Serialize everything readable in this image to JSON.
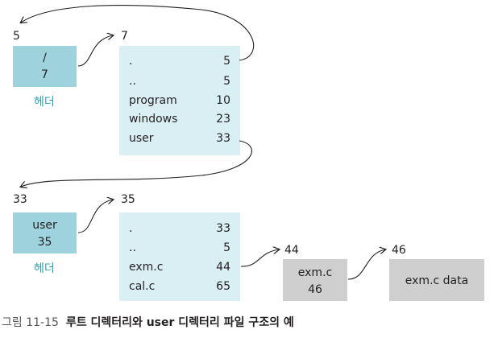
{
  "top": {
    "root_addr": "5",
    "dir_addr": "7",
    "header": {
      "line1": "/",
      "line2": "7",
      "caption": "헤더"
    },
    "entries": [
      {
        "name": ".",
        "num": "5"
      },
      {
        "name": "..",
        "num": "5"
      },
      {
        "name": "program",
        "num": "10"
      },
      {
        "name": "windows",
        "num": "23"
      },
      {
        "name": "user",
        "num": "33"
      }
    ]
  },
  "bottom": {
    "user_addr": "33",
    "dir_addr": "35",
    "header": {
      "line1": "user",
      "line2": "35",
      "caption": "헤더"
    },
    "entries": [
      {
        "name": ".",
        "num": "33"
      },
      {
        "name": "..",
        "num": "5"
      },
      {
        "name": "exm.c",
        "num": "44"
      },
      {
        "name": "cal.c",
        "num": "65"
      }
    ],
    "file_addr": "44",
    "file_box": {
      "line1": "exm.c",
      "line2": "46"
    },
    "data_addr": "46",
    "data_box": {
      "text": "exm.c data"
    }
  },
  "figure": {
    "number": "그림 11-15",
    "title": "루트 디렉터리와 user 디렉터리 파일 구조의 예"
  },
  "colors": {
    "header_fill": "#9ed3de",
    "dir_fill": "#daeff3",
    "file_fill": "#cfcfcf",
    "caption_text": "#2aa0ae"
  }
}
